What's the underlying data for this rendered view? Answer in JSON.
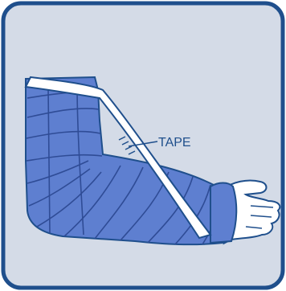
{
  "diagram": {
    "callout_label": "TAPE",
    "colors": {
      "frame_stroke": "#1f4f8c",
      "frame_fill": "#d4dbe7",
      "bandage_fill": "#5e7fd0",
      "bandage_lines": "#2f4c96",
      "hand_fill": "#ffffff",
      "tape_fill": "#ffffff",
      "outline": "#1f4f8c"
    },
    "icons": [
      "bandaged-arm",
      "tape-sling",
      "hand"
    ]
  }
}
